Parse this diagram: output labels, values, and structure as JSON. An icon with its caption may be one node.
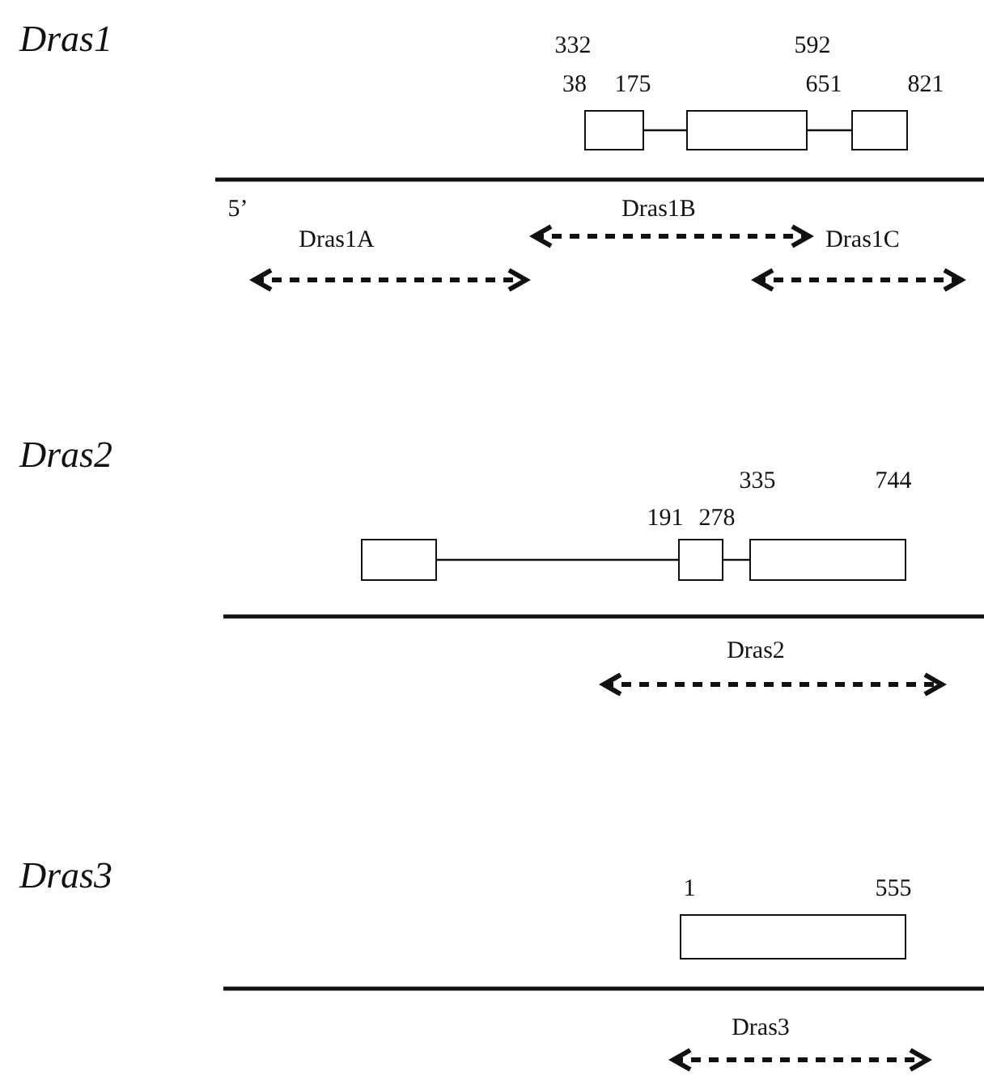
{
  "diagram": {
    "nodes": [
      {
        "text": [],
        "shape": "box"
      },
      {
        "text": [],
        "shape": "box"
      },
      {
        "text": [],
        "shape": "box"
      },
      {
        "text": [],
        "shape": "box"
      },
      {
        "text": [],
        "shape": "box"
      },
      {
        "text": [],
        "shape": "box"
      },
      {
        "text": [],
        "shape": "box"
      }
    ],
    "edges": [
      {
        "from": 0,
        "to": 1,
        "arrow": "none"
      },
      {
        "from": 1,
        "to": 2,
        "arrow": "none"
      },
      {
        "from": 3,
        "to": 4,
        "arrow": "none"
      },
      {
        "from": 4,
        "to": 5,
        "arrow": "none"
      }
    ],
    "labels": [
      "Dras1",
      "332",
      "592",
      "38",
      "175",
      "651",
      "821",
      "5’",
      "Dras1B",
      "Dras1A",
      "Dras1C",
      "Dras2",
      "335",
      "744",
      "191",
      "278",
      "Dras2",
      "Dras3",
      "1",
      "555",
      "Dras3"
    ]
  }
}
